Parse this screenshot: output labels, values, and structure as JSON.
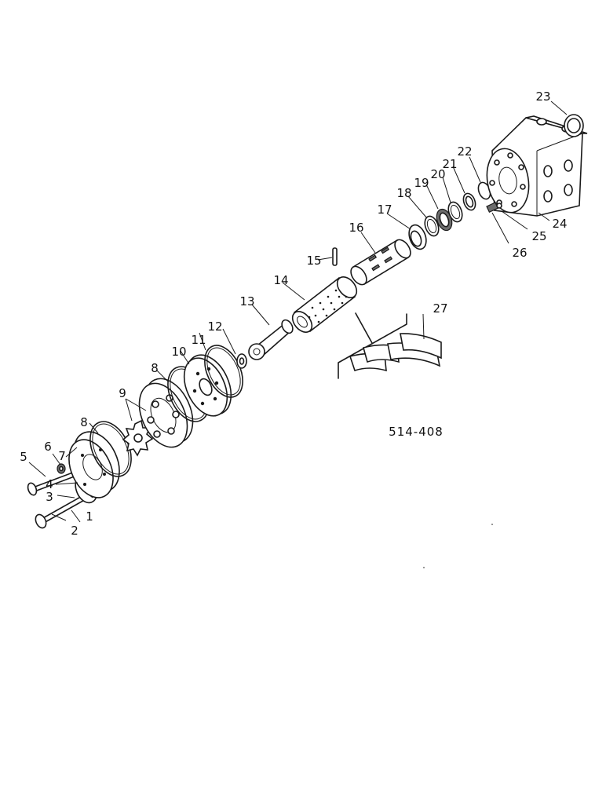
{
  "drawing": {
    "code": "514-408"
  },
  "callouts": [
    "1",
    "2",
    "3",
    "4",
    "5",
    "6",
    "7",
    "8",
    "8",
    "9",
    "10",
    "11",
    "12",
    "13",
    "14",
    "15",
    "16",
    "17",
    "18",
    "19",
    "20",
    "21",
    "22",
    "23",
    "24",
    "25",
    "26",
    "27"
  ],
  "colors": {
    "ink": "#1a1a1a",
    "paper": "#ffffff"
  }
}
